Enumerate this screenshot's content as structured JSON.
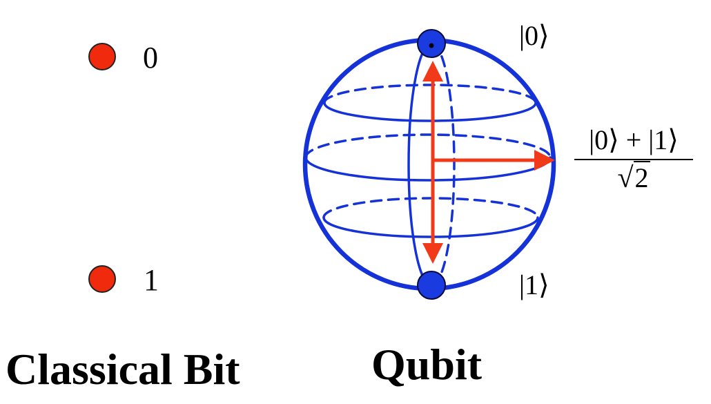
{
  "classical": {
    "state0_label": "0",
    "state1_label": "1",
    "caption": "Classical Bit",
    "dot_color": "#f02a0c"
  },
  "qubit": {
    "ket0_label": "|0⟩",
    "ket1_label": "|1⟩",
    "superposition_numerator": "|0⟩ + |1⟩",
    "superposition_radical": "√",
    "superposition_radicand": "2",
    "caption": "Qubit",
    "sphere_color": "#1432d8",
    "arrow_color": "#f03a1a",
    "pole_color": "#1a3be0"
  }
}
